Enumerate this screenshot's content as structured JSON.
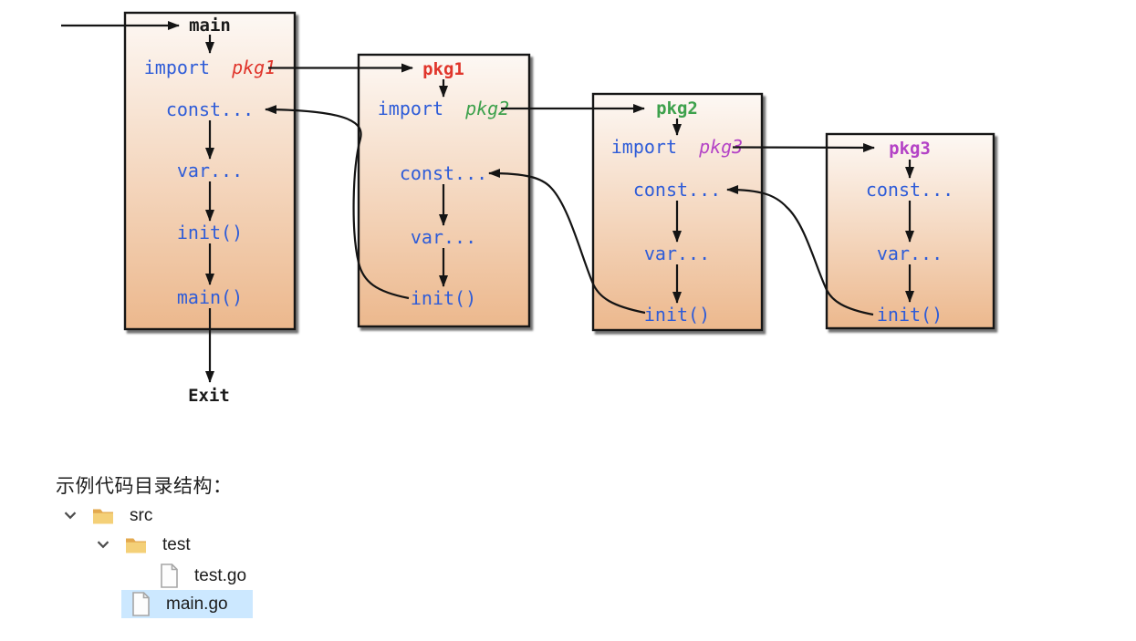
{
  "diagram": {
    "exit_label": "Exit",
    "keyword_color": "#2e5cd8",
    "body_color": "#2e5cd8",
    "arrow_color": "#141414",
    "box_gradient_top": "#fdf8f4",
    "box_gradient_bottom": "#ecb88d",
    "boxes": [
      {
        "title": "main",
        "title_color": "#1a1a1a",
        "import_keyword": "import",
        "import_pkg": "pkg1",
        "import_pkg_color": "#e0352b",
        "const_label": "const...",
        "var_label": "var...",
        "init_label": "init()",
        "main_label": "main()"
      },
      {
        "title": "pkg1",
        "title_color": "#e0352b",
        "import_keyword": "import",
        "import_pkg": "pkg2",
        "import_pkg_color": "#3da14c",
        "const_label": "const...",
        "var_label": "var...",
        "init_label": "init()"
      },
      {
        "title": "pkg2",
        "title_color": "#3da14c",
        "import_keyword": "import",
        "import_pkg": "pkg3",
        "import_pkg_color": "#b443c6",
        "const_label": "const...",
        "var_label": "var...",
        "init_label": "init()"
      },
      {
        "title": "pkg3",
        "title_color": "#b443c6",
        "const_label": "const...",
        "var_label": "var...",
        "init_label": "init()"
      }
    ]
  },
  "directory_section": {
    "heading": "示例代码目录结构：",
    "selection_color": "#cce8ff",
    "icons": {
      "expanded": "chevron-down-icon",
      "folder": "folder-icon",
      "file": "file-icon"
    },
    "tree": [
      {
        "label": "src",
        "type": "folder",
        "depth": 0,
        "expanded": true,
        "selected": false
      },
      {
        "label": "test",
        "type": "folder",
        "depth": 1,
        "expanded": true,
        "selected": false
      },
      {
        "label": "test.go",
        "type": "file",
        "depth": 2,
        "expanded": false,
        "selected": false
      },
      {
        "label": "main.go",
        "type": "file",
        "depth": 1,
        "expanded": false,
        "selected": true
      }
    ]
  }
}
